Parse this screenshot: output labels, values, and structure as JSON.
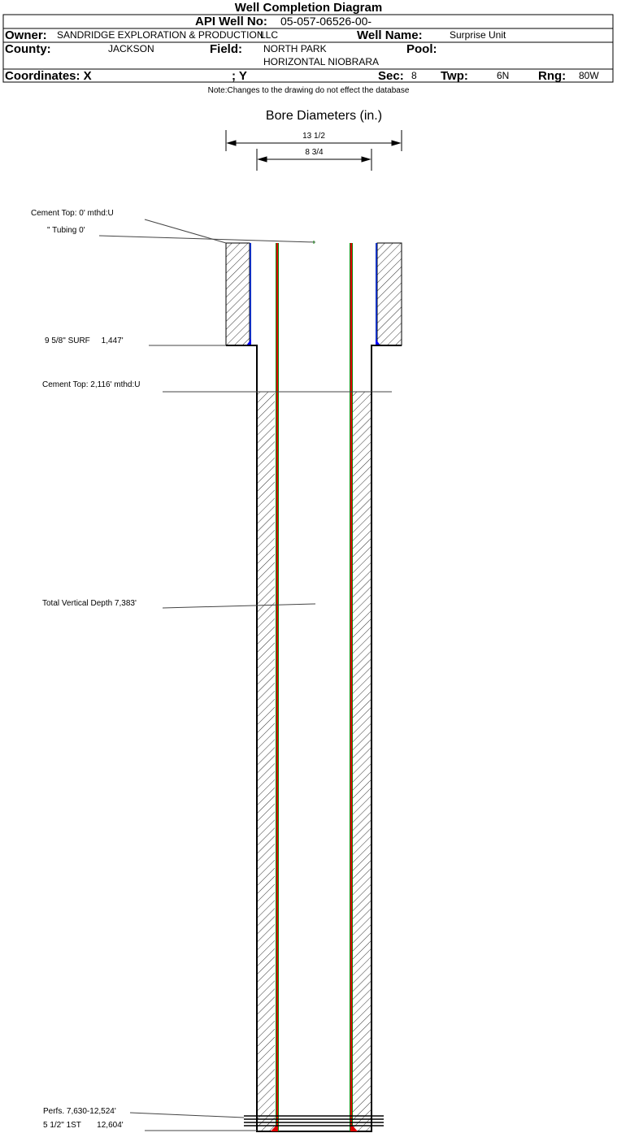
{
  "title": "Well Completion Diagram",
  "header": {
    "api_label": "API Well No:",
    "api_value": "05-057-06526-00-",
    "owner_label": "Owner:",
    "owner_value": "SANDRIDGE EXPLORATION & PRODUCTION",
    "owner_value2": "LLC",
    "well_name_label": "Well Name:",
    "well_name_value": "Surprise Unit",
    "county_label": "County:",
    "county_value": "JACKSON",
    "field_label": "Field:",
    "field_value": "NORTH PARK",
    "field_value2": "HORIZONTAL NIOBRARA",
    "pool_label": "Pool:",
    "coords_label": "Coordinates: X",
    "y_label": "; Y",
    "sec_label": "Sec:",
    "sec_value": "8",
    "twp_label": "Twp:",
    "twp_value": "6N",
    "rng_label": "Rng:",
    "rng_value": "80W"
  },
  "note": "Note:Changes to the drawing do not effect the database",
  "bore": {
    "title": "Bore Diameters (in.)",
    "outer": "13 1/2",
    "inner": "8 3/4"
  },
  "labels": {
    "cement_top_1": "Cement Top: 0' mthd:U",
    "tubing": "\" Tubing 0'",
    "surface_casing": "9 5/8\" SURF     1,447'",
    "cement_top_2": "Cement Top: 2,116' mthd:U",
    "tvd": "Total Vertical Depth 7,383'",
    "perfs": "Perfs. 7,630-12,524'",
    "prod_casing": "5 1/2\" 1ST       12,604'"
  }
}
